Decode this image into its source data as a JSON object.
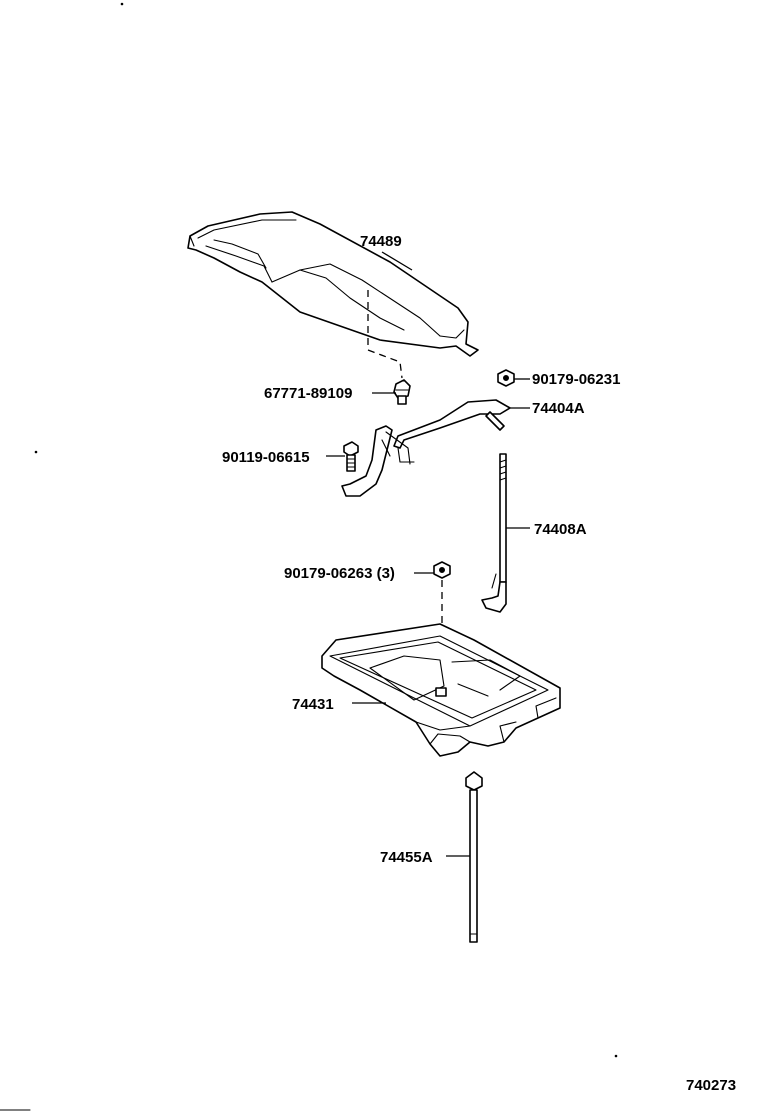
{
  "diagram": {
    "callouts": {
      "tray_cover": "74489",
      "clip": "67771-89109",
      "nut_top": "90179-06231",
      "clamp_bracket": "74404A",
      "bolt_side": "90119-06615",
      "hold_down_rod": "74408A",
      "nut_tray": "90179-06263 (3)",
      "battery_tray": "74431",
      "bottom_rod": "74455A"
    },
    "figure_code": "740273"
  }
}
